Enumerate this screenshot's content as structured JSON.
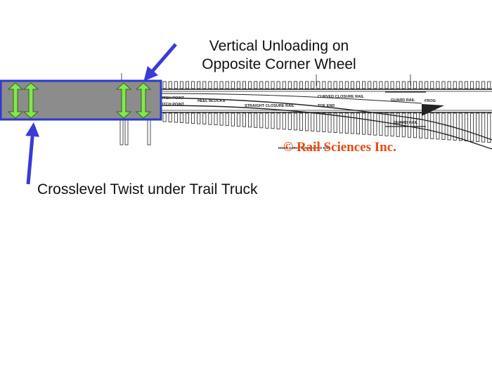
{
  "callouts": {
    "vertical_unloading_line1": "Vertical Unloading on",
    "vertical_unloading_line2": "Opposite Corner Wheel",
    "crosslevel_twist": "Crosslevel Twist under Trail Truck"
  },
  "copyright": "© Rail Sciences Inc.",
  "track_labels": {
    "switch_point": "SWITCH POINT",
    "heel_blocks": "HEEL BLOCKS",
    "straight_closure_rail": "STRAIGHT CLOSURE RAIL",
    "curved_closure_rail": "CURVED CLOSURE RAIL",
    "toe_end": "TOE END",
    "guard_rail_top": "GUARD RAIL",
    "guard_rail_bottom": "GUARD RAIL",
    "frog": "FROG",
    "inner_curve": "INNER CURVE CONNECTING RAIL"
  },
  "colors": {
    "car_body_fill": "#8c8c8c",
    "car_body_border": "#2a3ad0",
    "wheel_arrow": "#86e64f",
    "pointer_arrow": "#3a3ad6",
    "copyright": "#e8490f",
    "track_ink": "#222222"
  },
  "icons": {
    "wheel_marker": "double-headed-vertical-arrow",
    "pointer": "arrow"
  }
}
